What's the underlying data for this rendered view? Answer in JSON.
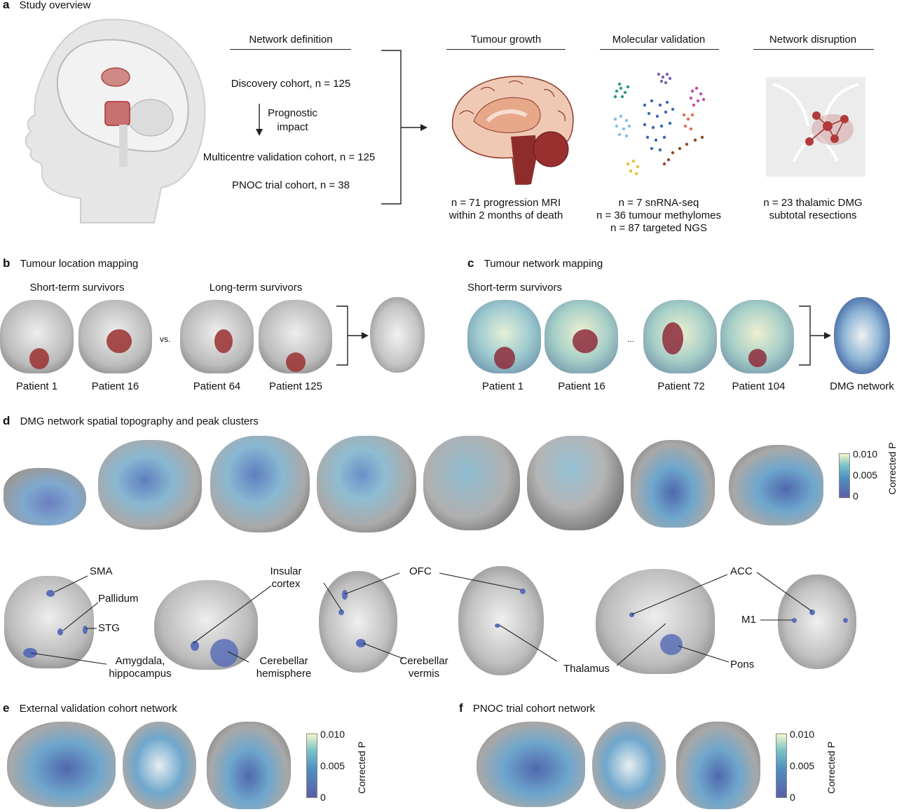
{
  "panel_a": {
    "label": "a",
    "title": "Study overview",
    "network_definition": {
      "heading": "Network definition",
      "discovery": "Discovery cohort, n = 125",
      "prognostic": [
        "Prognostic",
        "impact"
      ],
      "multicentre": "Multicentre validation cohort, n = 125",
      "pnoc": "PNOC trial cohort, n = 38"
    },
    "tumour_growth": {
      "heading": "Tumour growth",
      "caption": [
        "n = 71 progression MRI",
        "within 2 months of death"
      ]
    },
    "molecular_validation": {
      "heading": "Molecular validation",
      "caption": [
        "n = 7 snRNA-seq",
        "n = 36 tumour methylomes",
        "n = 87 targeted NGS"
      ]
    },
    "network_disruption": {
      "heading": "Network disruption",
      "caption": [
        "n = 23 thalamic DMG",
        "subtotal resections"
      ]
    },
    "colors": {
      "tumour": "#8e2c2c",
      "lesion_fill": "#c96a62"
    }
  },
  "panel_b": {
    "label": "b",
    "title": "Tumour location mapping",
    "short_term": "Short-term survivors",
    "long_term": "Long-term survivors",
    "vs": "vs.",
    "patients": [
      "Patient 1",
      "Patient 16",
      "Patient 64",
      "Patient 125"
    ]
  },
  "panel_c": {
    "label": "c",
    "title": "Tumour network mapping",
    "short_term": "Short-term survivors",
    "ellipsis": "...",
    "patients": [
      "Patient 1",
      "Patient 16",
      "Patient 72",
      "Patient 104"
    ],
    "result": "DMG network"
  },
  "panel_d": {
    "label": "d",
    "title": "DMG network spatial topography and peak clusters",
    "colorbar": {
      "ticks": [
        "0.010",
        "0.005",
        "0"
      ],
      "label": "Corrected P"
    },
    "regions": {
      "sma": "SMA",
      "pallidum": "Pallidum",
      "stg": "STG",
      "amygdala": [
        "Amygdala,",
        "hippocampus"
      ],
      "insular": [
        "Insular",
        "cortex"
      ],
      "cerebellar_hemisphere": [
        "Cerebellar",
        "hemisphere"
      ],
      "ofc": "OFC",
      "cerebellar_vermis": [
        "Cerebellar",
        "vermis"
      ],
      "thalamus": "Thalamus",
      "acc": "ACC",
      "m1": "M1",
      "pons": "Pons"
    }
  },
  "panel_e": {
    "label": "e",
    "title": "External validation cohort network",
    "colorbar": {
      "ticks": [
        "0.010",
        "0.005",
        "0"
      ],
      "label": "Corrected P"
    }
  },
  "panel_f": {
    "label": "f",
    "title": "PNOC trial cohort network",
    "colorbar": {
      "ticks": [
        "0.010",
        "0.005",
        "0"
      ],
      "label": "Corrected P"
    }
  }
}
